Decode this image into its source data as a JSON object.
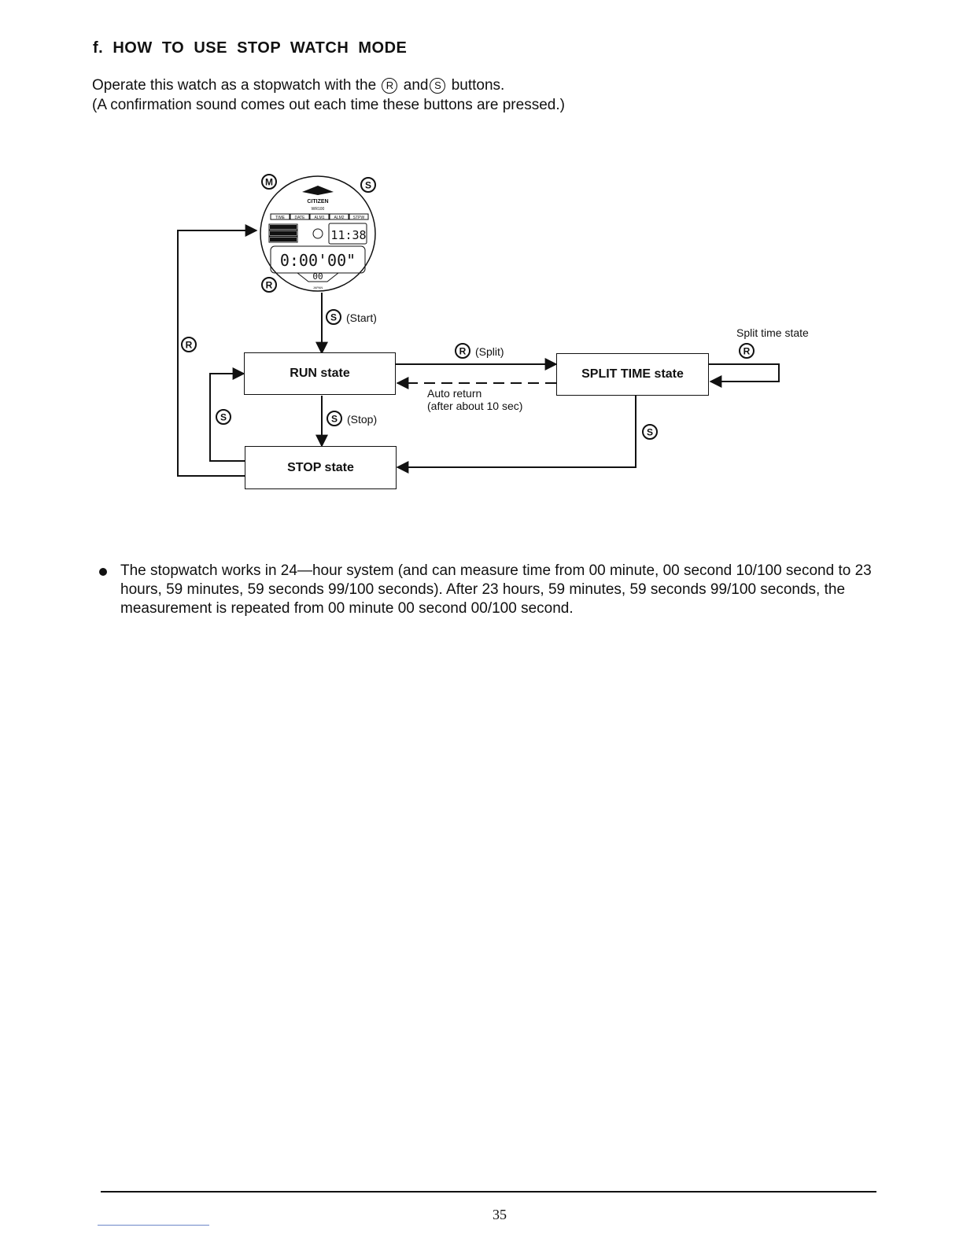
{
  "heading": "f.  HOW  TO  USE  STOP  WATCH  MODE",
  "intro": {
    "line1_before": "Operate this watch as a stopwatch with the",
    "line1_and": "and",
    "line1_after": "buttons.",
    "line2": "(A confirmation sound comes out each time these buttons are pressed.)"
  },
  "buttons": {
    "mode": "M",
    "start_stop": "S",
    "reset_split": "R"
  },
  "watch": {
    "brand": "CITIZEN",
    "model": "WR100",
    "modes": [
      "TIME",
      "DATE",
      "ALM1",
      "ALM2",
      "STPW"
    ],
    "small_time": "11:38",
    "main_digits": "0:00'00\"",
    "sub_digits": "00",
    "origin": "JAPAN"
  },
  "diagram": {
    "run_state": "RUN state",
    "stop_state": "STOP state",
    "split_state": "SPLIT TIME state",
    "start_label": "(Start)",
    "stop_label": "(Stop)",
    "split_label": "(Split)",
    "auto_return_line1": "Auto return",
    "auto_return_line2": "(after about 10 sec)",
    "split_time_state_label": "Split time state"
  },
  "bullet": "The stopwatch works in 24—hour system (and can measure time from 00 minute, 00 second 10/100 second to 23 hours, 59 minutes, 59 seconds 99/100 seconds). After 23 hours, 59 minutes, 59 seconds 99/100 seconds, the measurement is repeated from 00 minute 00 second 00/100 second.",
  "page_number": "35"
}
